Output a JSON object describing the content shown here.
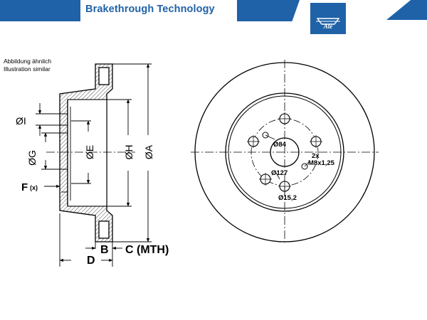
{
  "header": {
    "brand_strong": "Brake",
    "brand_rest": "through Technology",
    "logo_text": "Ate"
  },
  "note": {
    "line1": "Abbildung ähnlich",
    "line2": "Illustration similar"
  },
  "labels": {
    "dim_I": "ØI",
    "dim_G": "ØG",
    "dim_E": "ØE",
    "dim_H": "ØH",
    "dim_A": "ØA",
    "dim_F": "F",
    "dim_F_sub": "(x)",
    "dim_B": "B",
    "dim_C": "C (MTH)",
    "dim_D": "D"
  },
  "front": {
    "center_bore": "Ø84",
    "thread_count": "2x",
    "thread": "M8x1,25",
    "pcd": "Ø127",
    "hole": "Ø15,2"
  },
  "colors": {
    "brand": "#1f62a8",
    "line": "#000000"
  }
}
